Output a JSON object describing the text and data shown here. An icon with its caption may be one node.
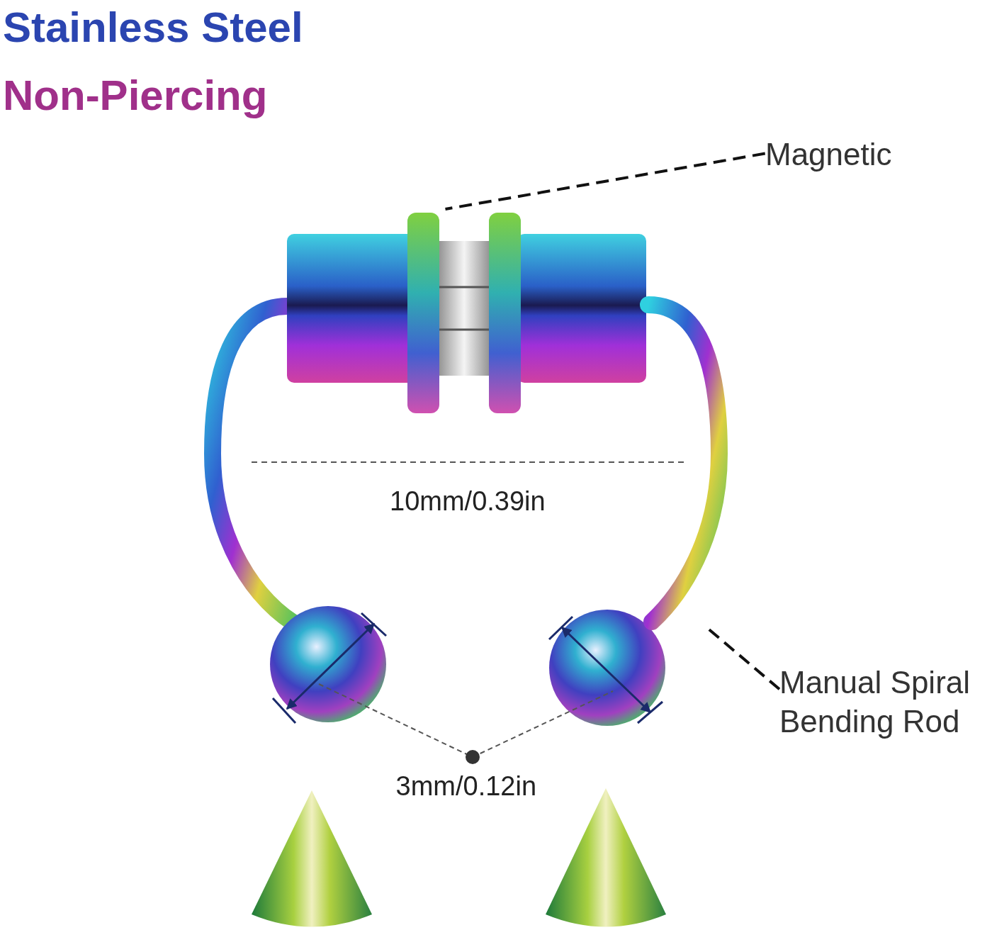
{
  "diagram": {
    "nodes": [
      {
        "text": [
          "Magnetic"
        ]
      },
      {
        "text": [],
        "shape": "picture"
      },
      {
        "text": [
          "Manual Spiral Bending Rod"
        ]
      },
      {
        "text": [],
        "shape": "picture"
      }
    ],
    "edges": [
      {
        "from": 0,
        "to": 1,
        "arrow": "none",
        "style": "dashed"
      },
      {
        "from": 2,
        "to": 3,
        "arrow": "none",
        "style": "dashed"
      }
    ],
    "labels": [
      "Stainless Steel",
      "Non-Piercing",
      "10mm/0.39in",
      "3mm/0.12in"
    ]
  }
}
